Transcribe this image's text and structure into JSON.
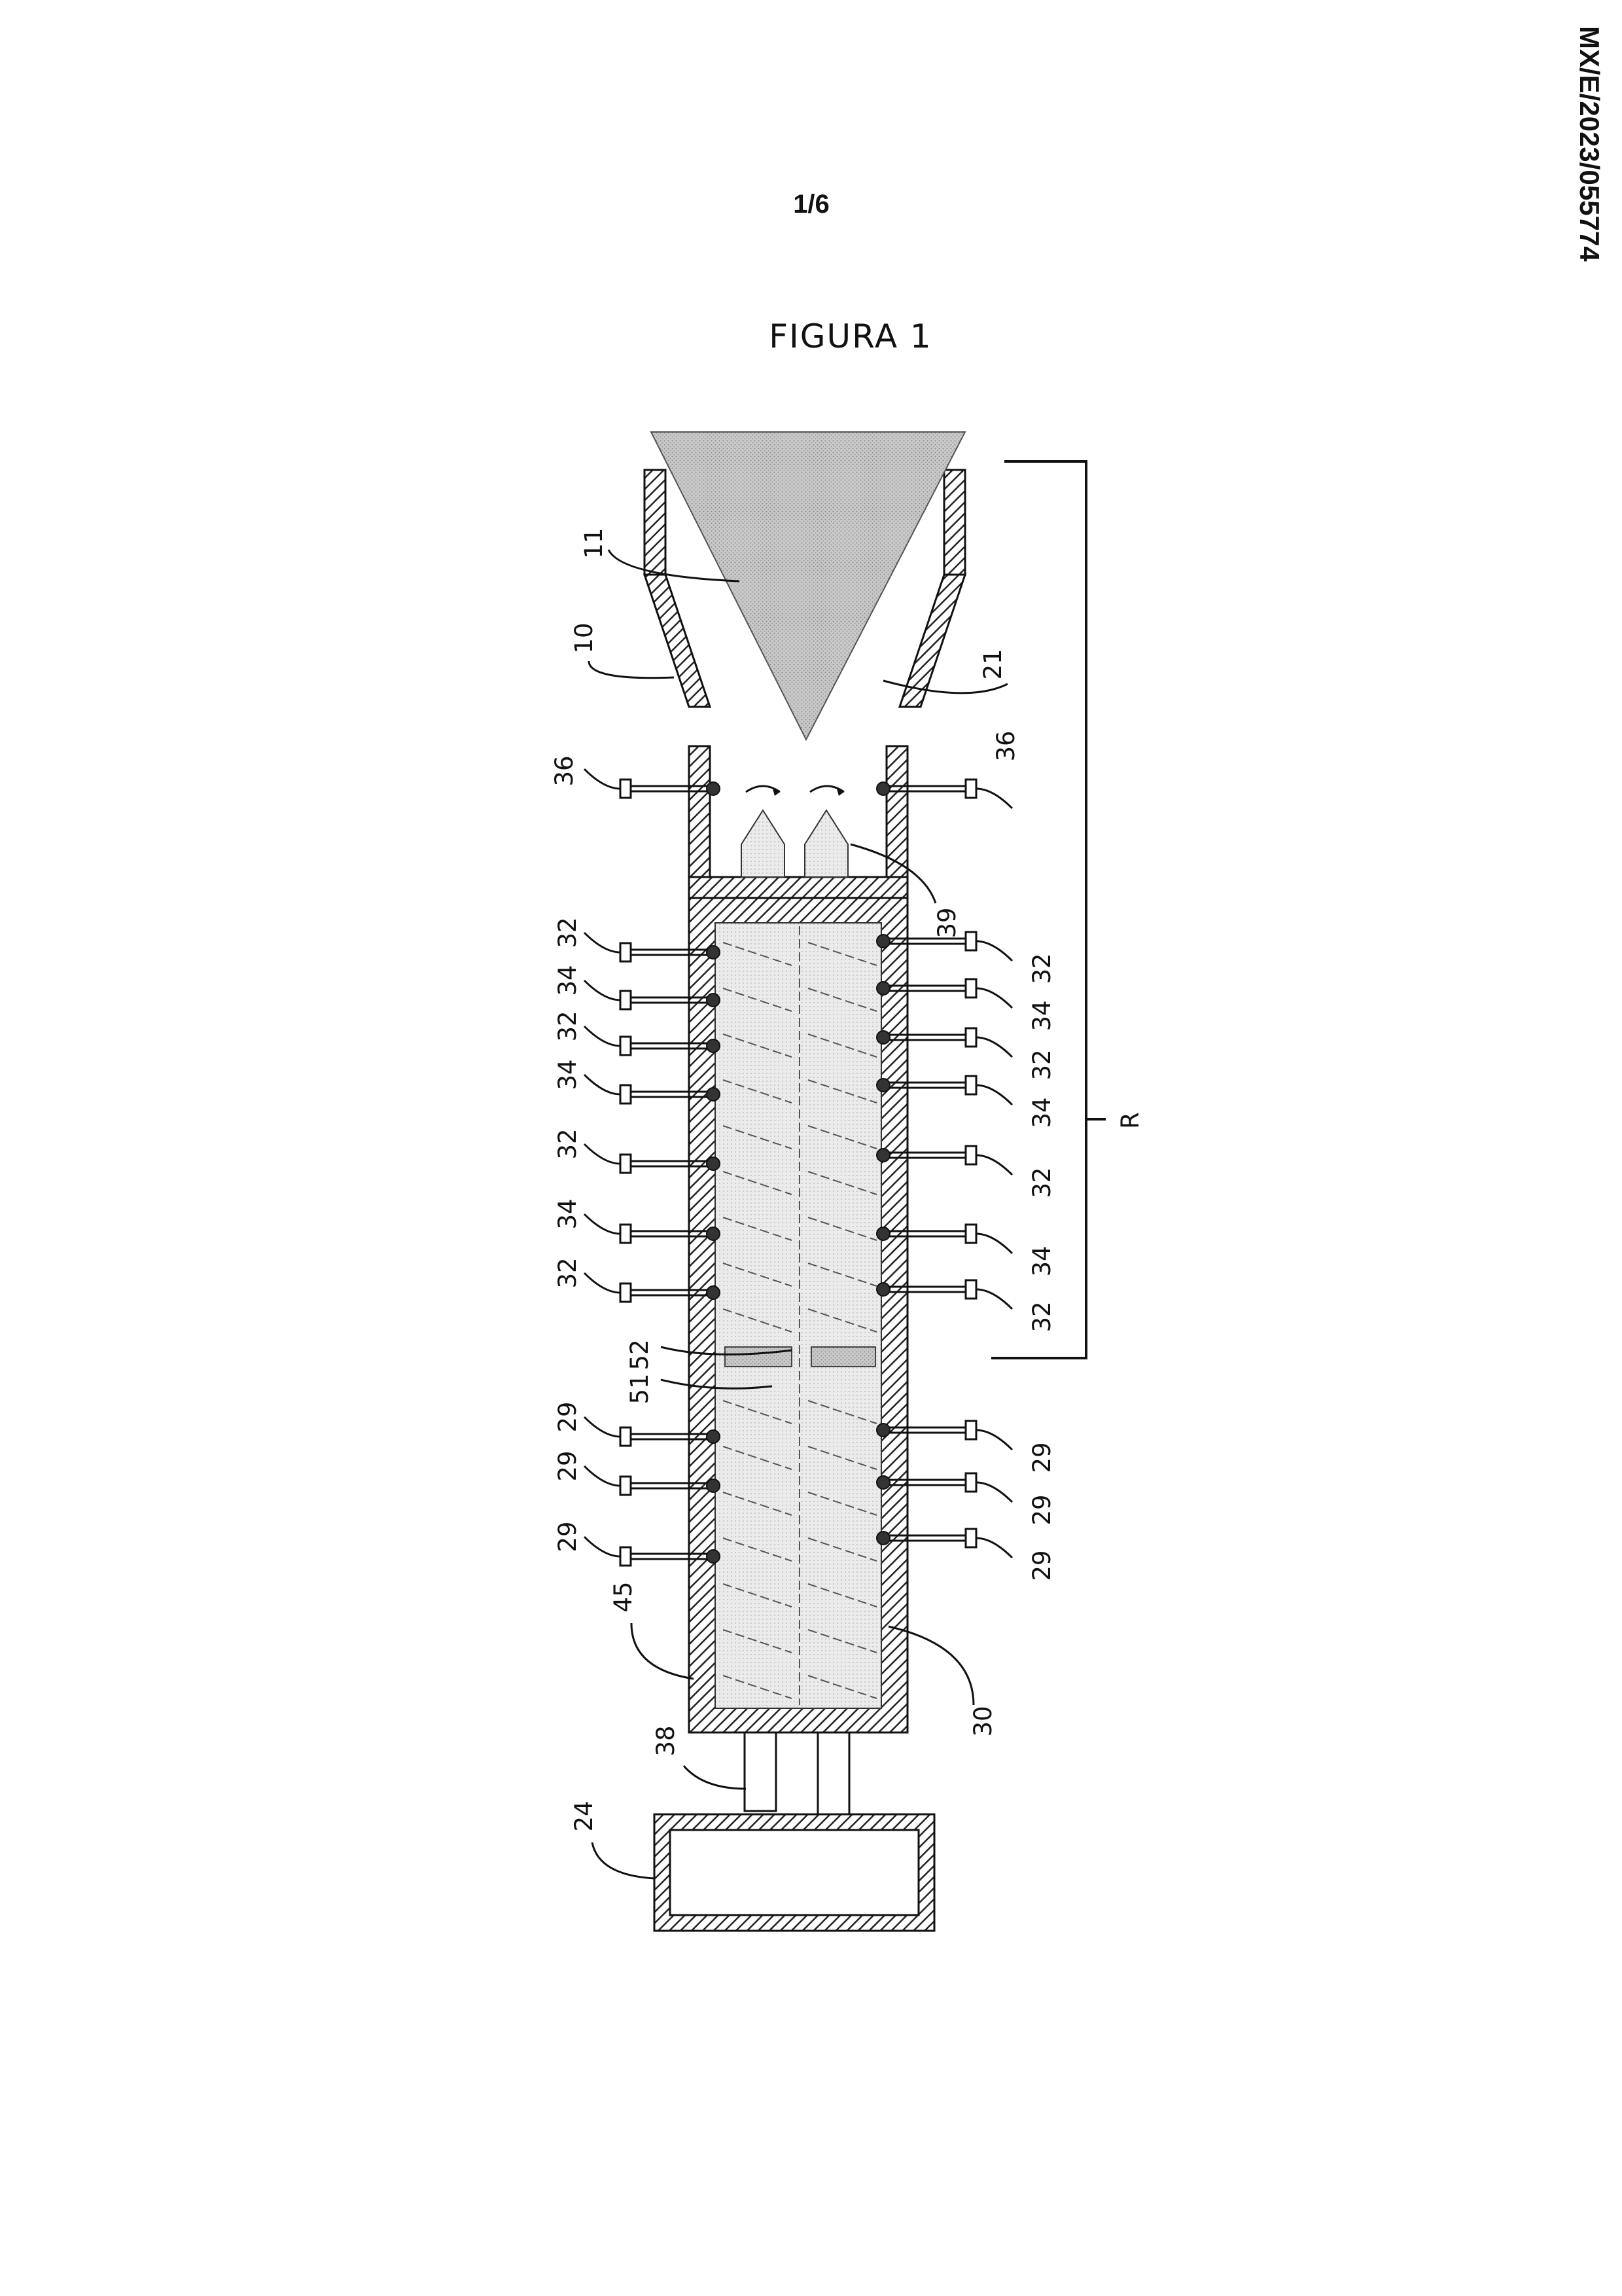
{
  "header": {
    "page_number": "1/6",
    "figure_title": "FIGURA 1",
    "document_id": "MX/E/2023/055774"
  },
  "labels": {
    "hopper_wall": "10",
    "feed_material": "11",
    "hopper_outlet": "21",
    "motor": "24",
    "heater_pair": "29",
    "barrel": "30",
    "heater": "32",
    "sensor": "34",
    "top_sensor": "36",
    "shaft": "38",
    "screw_tips": "39",
    "barrel_wall": "45",
    "mixing_element_a": "51",
    "mixing_element_b": "52",
    "region": "R"
  }
}
